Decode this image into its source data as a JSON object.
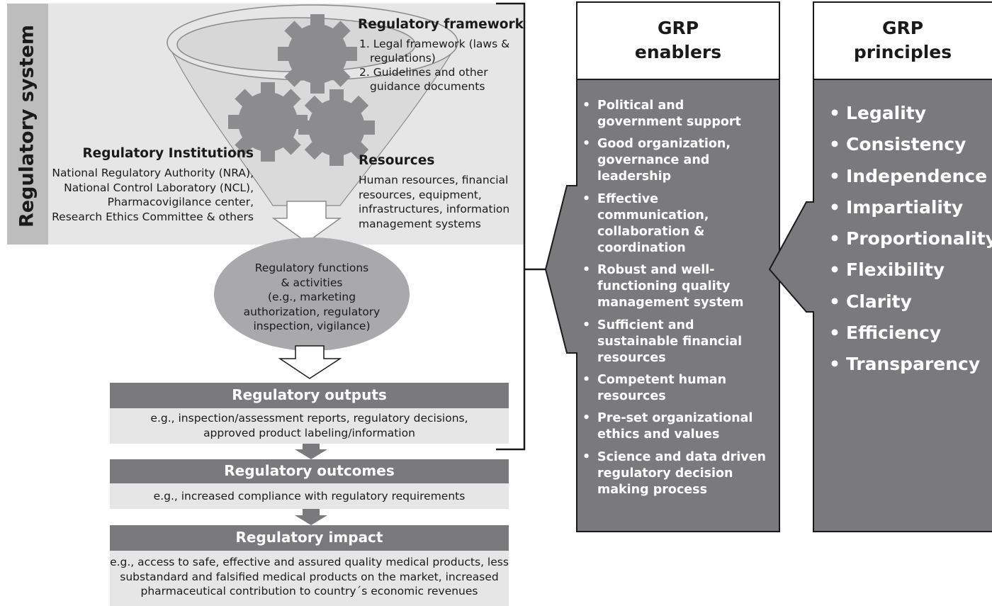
{
  "regulatory_system": {
    "title": "Regulatory system",
    "framework": {
      "title": "Regulatory framework",
      "items": [
        "1. Legal framework (laws &",
        "regulations)",
        "2. Guidelines and other",
        "guidance documents"
      ]
    },
    "institutions": {
      "title": "Regulatory Institutions",
      "lines": [
        "National Regulatory Authority (NRA),",
        "National Control Laboratory (NCL),",
        "Pharmacovigilance center,",
        "Research Ethics Committee & others"
      ]
    },
    "resources": {
      "title": "Resources",
      "lines": [
        "Human resources, financial",
        "resources, equipment,",
        "infrastructures, information",
        "management systems"
      ]
    },
    "functions": {
      "lines": [
        "Regulatory functions",
        "& activities",
        "(e.g., marketing",
        "authorization, regulatory",
        "inspection, vigilance)"
      ]
    }
  },
  "outputs": {
    "title": "Regulatory outputs",
    "lines": [
      "e.g., inspection/assessment reports, regulatory decisions,",
      "approved product labeling/information"
    ]
  },
  "outcomes": {
    "title": "Regulatory outcomes",
    "lines": [
      "e.g., increased compliance with regulatory requirements"
    ]
  },
  "impact": {
    "title": "Regulatory impact",
    "lines": [
      "e.g., access to safe, effective and assured quality medical products, less",
      "substandard and falsified medical products on the market, increased",
      "pharmaceutical contribution to country´s economic revenues"
    ]
  },
  "enablers": {
    "header": [
      "GRP",
      "enablers"
    ],
    "items": [
      "Political and government support",
      "Good organization, governance and leadership",
      "Effective communication, collaboration & coordination",
      "Robust and well-functioning quality management system",
      "Sufficient and sustainable financial resources",
      "Competent human resources",
      "Pre-set organizational ethics and values",
      "Science and data driven regulatory decision making process"
    ]
  },
  "principles": {
    "header": [
      "GRP",
      "principles"
    ],
    "items": [
      "Legality",
      "Consistency",
      "Independence",
      "Impartiality",
      "Proportionality",
      "Flexibility",
      "Clarity",
      "Efficiency",
      "Transparency"
    ]
  },
  "bullet": "•",
  "colors": {
    "dark_gray": "#7a7a7c",
    "light_gray": "#dcdcdd",
    "mid_gray": "#a9a9ab",
    "gear_gray": "#8c8c8e",
    "box_bg": "#e6e6e7",
    "line": "#1a1a1a"
  }
}
